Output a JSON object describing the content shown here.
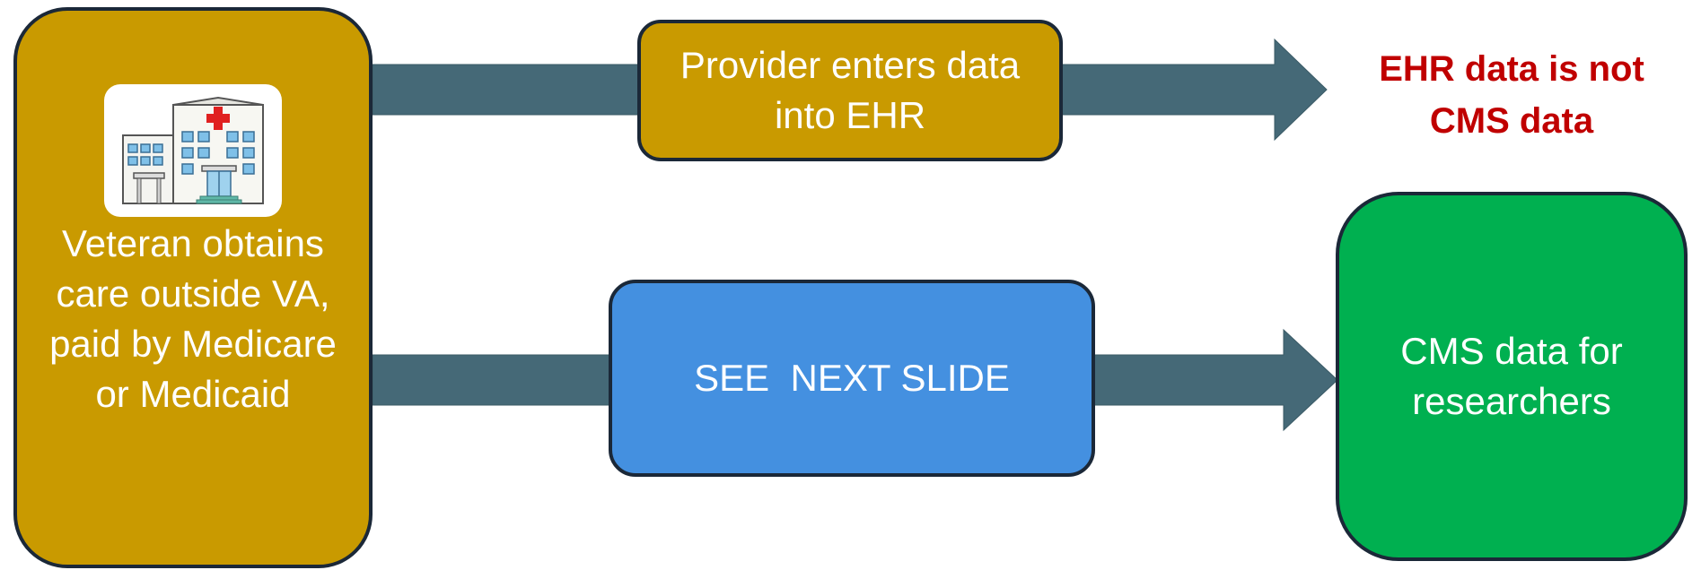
{
  "colors": {
    "gold": "#c99a00",
    "blue": "#4490e0",
    "green": "#00b050",
    "arrow": "#456977",
    "red_text": "#c00000",
    "outline": "#1b2838"
  },
  "nodes": {
    "veteran": {
      "label": "Veteran obtains care outside VA, paid by Medicare or Medicaid",
      "icon": "hospital-icon"
    },
    "provider": {
      "label": "Provider enters data into EHR"
    },
    "next_slide": {
      "label": "SEE  NEXT SLIDE"
    },
    "cms": {
      "label": "CMS data for researchers"
    }
  },
  "notes": {
    "ehr_not_cms": "EHR data is not CMS data"
  }
}
